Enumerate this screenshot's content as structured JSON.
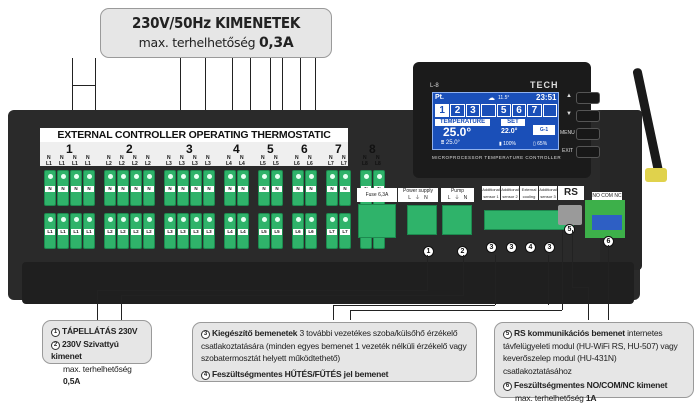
{
  "top_callout": {
    "title": "230V/50Hz KIMENETEK",
    "subtitle_prefix": "max. terhelhetőség",
    "subtitle_value": "0,3A"
  },
  "device": {
    "strip_title": "EXTERNAL CONTROLLER OPERATING THERMOSTATIC VALVES",
    "groups": [
      {
        "num": "1",
        "terminals": [
          "L1",
          "L1",
          "L1",
          "L1"
        ]
      },
      {
        "num": "2",
        "terminals": [
          "L2",
          "L2",
          "L2",
          "L2"
        ]
      },
      {
        "num": "3",
        "terminals": [
          "L3",
          "L3",
          "L3",
          "L3"
        ]
      },
      {
        "num": "4",
        "terminals": [
          "L4",
          "L4"
        ]
      },
      {
        "num": "5",
        "terminals": [
          "L5",
          "L5"
        ]
      },
      {
        "num": "6",
        "terminals": [
          "L6",
          "L6"
        ]
      },
      {
        "num": "7",
        "terminals": [
          "L7",
          "L7"
        ]
      },
      {
        "num": "8",
        "terminals": [
          "L8",
          "L8"
        ]
      }
    ],
    "neutral_label": "N",
    "fuse_label": "Fuse 6,3A",
    "power_supply_label": "Power supply",
    "pump_label": "Pump",
    "lpe_labels": [
      "L",
      "⏚",
      "N"
    ],
    "sensor_labels": [
      "Additional sensor 1",
      "Additional sensor 2",
      "External cooling",
      "Additional sensor 3"
    ],
    "rs_label": "RS",
    "relay_labels": [
      "NO",
      "COM",
      "NC"
    ],
    "markers": [
      "1",
      "2",
      "3",
      "3",
      "4",
      "3",
      "5",
      "6"
    ]
  },
  "controller": {
    "model": "L-8",
    "brand": "TECH",
    "footer": "MICROPROCESSOR TEMPERATURE CONTROLLER",
    "buttons": [
      "▲",
      "▼",
      "MENU",
      "EXIT"
    ],
    "screen": {
      "day": "Pt.",
      "outdoor_temp": "11.5°",
      "time": "23:51",
      "zones": [
        "1",
        "2",
        "3",
        "",
        "5",
        "6",
        "7",
        ""
      ],
      "temperature_label": "TEMPERATURE",
      "temperature_value": "25.0°",
      "floor_value": "25.0°",
      "set_label": "SET",
      "set_value": "22.0°",
      "group_label": "G-1",
      "signal": "100%",
      "battery": "65%"
    }
  },
  "callouts": {
    "c1": {
      "num": "1",
      "text": "TÁPELLÁTÁS 230V"
    },
    "c2": {
      "num": "2",
      "text": "230V Szivattyú kimenet",
      "sub_prefix": "max. terhelhetőség",
      "sub_value": "0,5A"
    },
    "c3": {
      "num": "3",
      "bold": "Kiegészítő bemenetek",
      "text": " 3 további vezetékes szoba/külsőhő érzékelő csatlakoztatására (minden egyes bemenet 1 vezeték nélküli érzékelő vagy szobatermosztát helyett működtethető)"
    },
    "c4": {
      "num": "4",
      "bold_prefix": "Feszültségmentes ",
      "bold_mid": "HŰTÉS/FŰTÉS",
      "text": " jel bemenet"
    },
    "c5": {
      "num": "5",
      "bold": "RS kommunikációs bemenet",
      "text": "  internetes távfelügyeleti modul (HU-WiFi RS, HU-507) vagy keverőszelep modul (HU-431N) csatlakoztatásához"
    },
    "c6": {
      "num": "6",
      "bold": "Feszültségmentes NO/COM/NC kimenet",
      "sub_prefix": "max. terhelhetőség",
      "sub_value": "1A"
    }
  }
}
